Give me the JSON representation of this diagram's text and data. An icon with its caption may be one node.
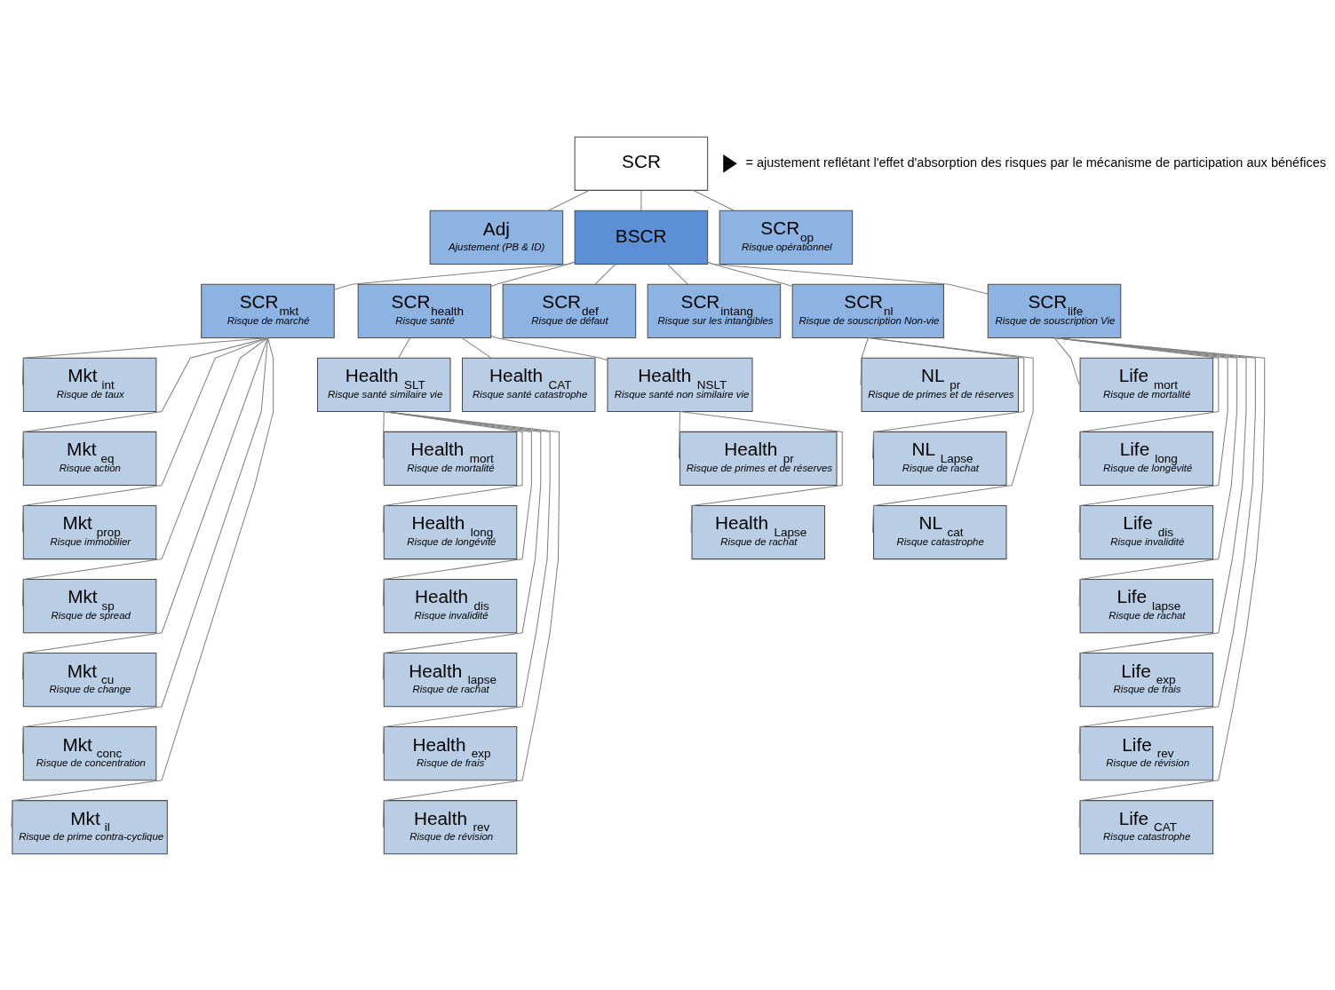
{
  "diagram": {
    "nodes": [
      {
        "text": [
          "SCR"
        ]
      },
      {
        "text": [
          "Adj",
          "Ajustement (PB & ID)"
        ]
      },
      {
        "text": [
          "BSCR"
        ]
      },
      {
        "text": [
          "SCR$_{op}$",
          "Risque opérationnel"
        ]
      },
      {
        "text": [
          "SCR$_{mkt}$",
          "Risque de marché"
        ]
      },
      {
        "text": [
          "SCR$_{health}$",
          "Risque santé"
        ]
      },
      {
        "text": [
          "SCR$_{def}$",
          "Risque de défaut"
        ]
      },
      {
        "text": [
          "SCR$_{intang}$",
          "Risque sur les intangibles"
        ]
      },
      {
        "text": [
          "SCR$_{nl}$",
          "Risque de souscription Non-vie"
        ]
      },
      {
        "text": [
          "SCR$_{life}$",
          "Risque de souscription Vie"
        ]
      },
      {
        "text": [
          "Mkt $_{int}$",
          "Risque de taux"
        ]
      },
      {
        "text": [
          "Mkt $_{eq}$",
          "Risque action"
        ]
      },
      {
        "text": [
          "Mkt $_{prop}$",
          "Risque immobilier"
        ]
      },
      {
        "text": [
          "Mkt $_{sp}$",
          "Risque de spread"
        ]
      },
      {
        "text": [
          "Mkt $_{cu}$",
          "Risque de change"
        ]
      },
      {
        "text": [
          "Mkt $_{conc}$",
          "Risque de concentration"
        ]
      },
      {
        "text": [
          "Mkt $_{il}$",
          "Risque de prime contra-cyclique"
        ]
      },
      {
        "text": [
          "Health $_{SLT}$",
          "Risque santé similaire vie"
        ]
      },
      {
        "text": [
          "Health $_{CAT}$",
          "Risque santé catastrophe"
        ]
      },
      {
        "text": [
          "Health $_{NSLT}$",
          "Risque santé non similaire vie"
        ]
      },
      {
        "text": [
          "Health $_{mort}$",
          "Risque de mortalité"
        ]
      },
      {
        "text": [
          "Health $_{long}$",
          "Risque de longévité"
        ]
      },
      {
        "text": [
          "Health $_{dis}$",
          "Risque invalidité"
        ]
      },
      {
        "text": [
          "Health $_{lapse}$",
          "Risque de rachat"
        ]
      },
      {
        "text": [
          "Health $_{exp}$",
          "Risque de frais"
        ]
      },
      {
        "text": [
          "Health $_{rev}$",
          "Risque de révision"
        ]
      },
      {
        "text": [
          "Health $_{pr}$",
          "Risque de primes et de réserves"
        ]
      },
      {
        "text": [
          "Health $_{Lapse}$",
          "Risque de rachat"
        ]
      },
      {
        "text": [
          "NL $_{pr}$",
          "Risque de primes et de réserves"
        ]
      },
      {
        "text": [
          "NL $_{Lapse}$",
          "Risque de rachat"
        ]
      },
      {
        "text": [
          "NL $_{cat}$",
          "Risque catastrophe"
        ]
      },
      {
        "text": [
          "Life $_{mort}$",
          "Risque de mortalité"
        ]
      },
      {
        "text": [
          "Life $_{long}$",
          "Risque de longévité"
        ]
      },
      {
        "text": [
          "Life $_{dis}$",
          "Risque invalidité"
        ]
      },
      {
        "text": [
          "Life $_{lapse}$",
          "Risque de rachat"
        ]
      },
      {
        "text": [
          "Life $_{exp}$",
          "Risque de frais"
        ]
      },
      {
        "text": [
          "Life $_{rev}$",
          "Risque de révision"
        ]
      },
      {
        "text": [
          "Life $_{CAT}$",
          "Risque catastrophe"
        ]
      }
    ],
    "edges": [
      {
        "from": 0,
        "to": 1,
        "arrow": "none"
      },
      {
        "from": 0,
        "to": 2,
        "arrow": "none"
      },
      {
        "from": 0,
        "to": 3,
        "arrow": "none"
      },
      {
        "from": 2,
        "to": 4,
        "arrow": "none"
      },
      {
        "from": 2,
        "to": 5,
        "arrow": "none"
      },
      {
        "from": 2,
        "to": 6,
        "arrow": "none"
      },
      {
        "from": 2,
        "to": 7,
        "arrow": "none"
      },
      {
        "from": 2,
        "to": 8,
        "arrow": "none"
      },
      {
        "from": 2,
        "to": 9,
        "arrow": "none"
      },
      {
        "from": 4,
        "to": 10,
        "arrow": "none"
      },
      {
        "from": 4,
        "to": 11,
        "arrow": "none"
      },
      {
        "from": 4,
        "to": 12,
        "arrow": "none"
      },
      {
        "from": 4,
        "to": 13,
        "arrow": "none"
      },
      {
        "from": 4,
        "to": 14,
        "arrow": "none"
      },
      {
        "from": 4,
        "to": 15,
        "arrow": "none"
      },
      {
        "from": 4,
        "to": 16,
        "arrow": "none"
      },
      {
        "from": 5,
        "to": 17,
        "arrow": "none"
      },
      {
        "from": 5,
        "to": 18,
        "arrow": "none"
      },
      {
        "from": 5,
        "to": 19,
        "arrow": "none"
      },
      {
        "from": 17,
        "to": 20,
        "arrow": "none"
      },
      {
        "from": 17,
        "to": 21,
        "arrow": "none"
      },
      {
        "from": 17,
        "to": 22,
        "arrow": "none"
      },
      {
        "from": 17,
        "to": 23,
        "arrow": "none"
      },
      {
        "from": 17,
        "to": 24,
        "arrow": "none"
      },
      {
        "from": 17,
        "to": 25,
        "arrow": "none"
      },
      {
        "from": 19,
        "to": 26,
        "arrow": "none"
      },
      {
        "from": 19,
        "to": 27,
        "arrow": "none"
      },
      {
        "from": 8,
        "to": 28,
        "arrow": "none"
      },
      {
        "from": 8,
        "to": 29,
        "arrow": "none"
      },
      {
        "from": 8,
        "to": 30,
        "arrow": "none"
      },
      {
        "from": 9,
        "to": 31,
        "arrow": "none"
      },
      {
        "from": 9,
        "to": 32,
        "arrow": "none"
      },
      {
        "from": 9,
        "to": 33,
        "arrow": "none"
      },
      {
        "from": 9,
        "to": 34,
        "arrow": "none"
      },
      {
        "from": 9,
        "to": 35,
        "arrow": "none"
      },
      {
        "from": 9,
        "to": 36,
        "arrow": "none"
      },
      {
        "from": 9,
        "to": 37,
        "arrow": "none"
      }
    ],
    "legend": [
      {
        "text": "= ajustement reflétant l'effet d'absorption des risques par le mécanisme de participation aux bénéfices"
      }
    ]
  }
}
